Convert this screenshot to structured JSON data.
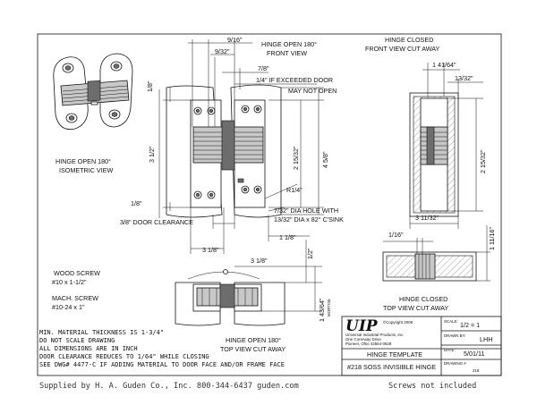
{
  "views": {
    "front_open": [
      "HINGE OPEN 180°",
      "FRONT VIEW"
    ],
    "front_closed": [
      "HINGE CLOSED",
      "FRONT VIEW CUT AWAY"
    ],
    "iso": [
      "HINGE OPEN 180°",
      "ISOMETRIC VIEW"
    ],
    "top_closed": [
      "HINGE CLOSED",
      "TOP VIEW CUT AWAY"
    ],
    "top_open": [
      "HINGE OPEN 180°",
      "TOP VIEW CUT AWAY"
    ]
  },
  "dims": {
    "d_9_16": "9/16\"",
    "d_9_32": "9/32\"",
    "d_7_8": "7/8\"",
    "d_1_4_note": "1/4\" IF EXCEEDED DOOR",
    "d_1_4_note2": "MAY NOT OPEN",
    "d_1_8_top": "1/8\"",
    "d_3_1_2": "3 1/2\"",
    "d_2_15_32": "2 15/32\"",
    "d_4_5_8": "4 5/8\"",
    "d_1_8_bot": "1/8\"",
    "d_r1_4": "R1/4\"",
    "hole_note": "7/32\" DIA HOLE WITH",
    "hole_note2": "13/32\" DIA x 82° C'SINK",
    "door_clear": "3/8\" DOOR CLEARANCE",
    "d_1_1_8": "1 1/8\"",
    "d_3_1_8_front": "3 1/8\"",
    "d_1_2": "1/2\"",
    "d_3_1_8_top": "3 1/8\"",
    "d_1_43_64": "1 43/64\"",
    "mortise": "MORTISE",
    "d_1_41_64": "1 41/64\"",
    "d_13_32": "13/32\"",
    "d_2_15_32_r": "2 15/32\"",
    "d_3_11_32": "3 11/32\"",
    "d_1_16": "1/16\"",
    "d_1_11_16": "1 11/16\""
  },
  "screws": {
    "wood_title": "WOOD SCREW",
    "wood_size": "#10 x 1-1/2\"",
    "mach_title": "MACH. SCREW",
    "mach_size": "#10-24 x 1\""
  },
  "notes": [
    "MIN. MATERIAL THICKNESS IS 1-3/4\"",
    "DO NOT SCALE DRAWING",
    "ALL DIMENSIONS ARE IN INCH",
    "DOOR CLEARANCE REDUCES TO 1/64\" WHILE CLOSING",
    "SEE DWG# 4477-C IF ADDING MATERIAL TO DOOR FACE AND/OR FRAME FACE"
  ],
  "title_block": {
    "logo": "UIP",
    "copyright": "©Copyright 2008",
    "company": "Universal Industrial Products, Inc.",
    "address1": "One Corerway Drive",
    "address2": "Pioneer, Ohio  43554-0628",
    "scale_label": "SCALE:",
    "scale_value": "1/2 = 1",
    "drawn_label": "DRAWN BY:",
    "drawn_value": "LHH",
    "date_label": "DATE:",
    "date_value": "5/01/11",
    "drawing_label": "DRAWING #",
    "drawing_value": "218",
    "template": "HINGE TEMPLATE",
    "product": "#218 SOSS INVISIBLE HINGE"
  },
  "footer": {
    "supplier": "Supplied by H. A. Guden Co., Inc.   800-344-6437  guden.com",
    "screws": "Screws not included"
  }
}
